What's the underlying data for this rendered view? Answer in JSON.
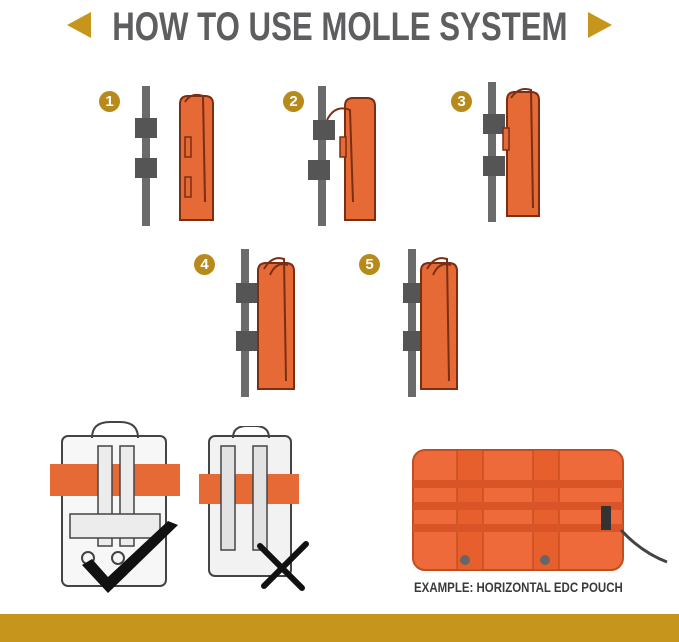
{
  "header": {
    "title": "HOW TO USE MOLLE SYSTEM",
    "accent_color": "#c6961c",
    "title_color": "#5e5e60"
  },
  "steps": [
    {
      "number": "1"
    },
    {
      "number": "2"
    },
    {
      "number": "3"
    },
    {
      "number": "4"
    },
    {
      "number": "5"
    }
  ],
  "examples": {
    "correct_icon": "check-mark-icon",
    "incorrect_icon": "x-mark-icon",
    "caption": "EXAMPLE: HORIZONTAL EDC POUCH"
  },
  "colors": {
    "strap_orange": "#e56a36",
    "strap_dark": "#6b6b6b",
    "pouch_orange": "#ee6a3a",
    "footer": "#c6961c"
  }
}
